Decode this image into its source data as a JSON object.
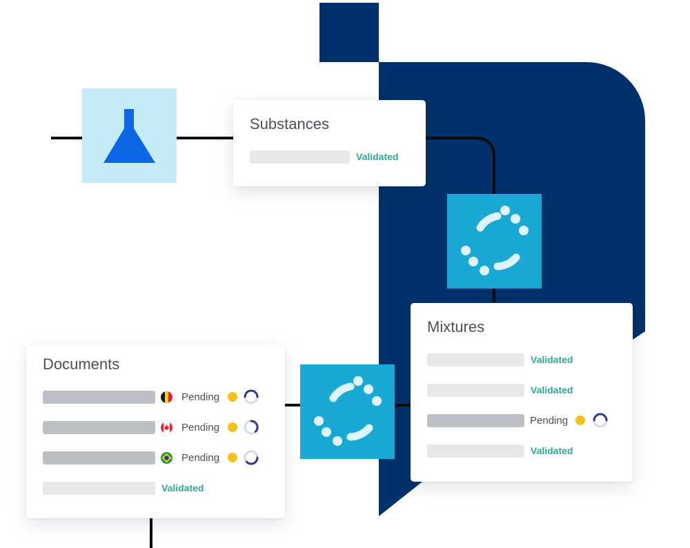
{
  "colors": {
    "navy": "#00316a",
    "wire": "#0b0b0b",
    "flask_tile": "#c4ebf6",
    "flask": "#0c66e6",
    "loader_tile": "#1aa9d5",
    "loader_ring": "#dff3fa",
    "validated_text": "#2aa89a",
    "pending_dot": "#f4c21a",
    "spinner_arc": "#2b3990",
    "spinner_track": "#d4d9e6"
  },
  "icons": {
    "flask": "flask-icon",
    "loader": "loading-dots-icon",
    "spinner": "spinner-icon",
    "pending": "pending-dot-icon"
  },
  "substances": {
    "title": "Substances",
    "rows": [
      {
        "status": "Validated",
        "state": "validated"
      }
    ]
  },
  "mixtures": {
    "title": "Mixtures",
    "rows": [
      {
        "status": "Validated",
        "state": "validated"
      },
      {
        "status": "Validated",
        "state": "validated"
      },
      {
        "status": "Pending",
        "state": "pending"
      },
      {
        "status": "Validated",
        "state": "validated"
      }
    ]
  },
  "documents": {
    "title": "Documents",
    "rows": [
      {
        "flag": "belgium-flag-icon",
        "status": "Pending",
        "state": "pending"
      },
      {
        "flag": "canada-flag-icon",
        "status": "Pending",
        "state": "pending"
      },
      {
        "flag": "brazil-flag-icon",
        "status": "Pending",
        "state": "pending"
      },
      {
        "status": "Validated",
        "state": "validated"
      }
    ]
  }
}
